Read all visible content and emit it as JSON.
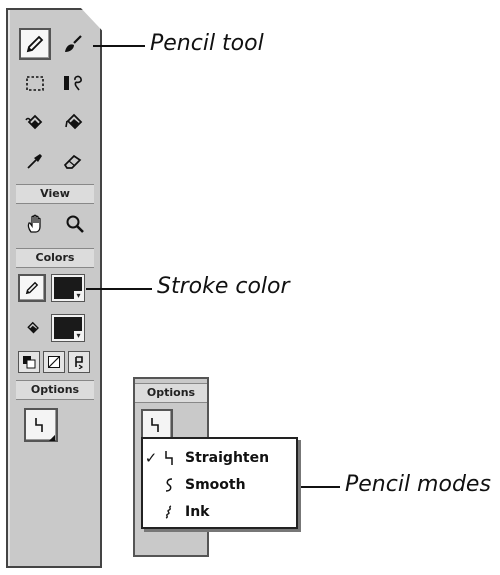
{
  "callouts": {
    "pencil_tool": "Pencil tool",
    "stroke_color": "Stroke color",
    "pencil_modes": "Pencil modes"
  },
  "toolbox": {
    "tools": [
      {
        "name": "pencil-icon",
        "selected": true
      },
      {
        "name": "brush-icon",
        "selected": false
      },
      {
        "name": "selection-marquee-icon",
        "selected": false
      },
      {
        "name": "lasso-icon",
        "selected": false
      },
      {
        "name": "ink-bottle-icon",
        "selected": false
      },
      {
        "name": "paint-bucket-icon",
        "selected": false
      },
      {
        "name": "eyedropper-icon",
        "selected": false
      },
      {
        "name": "eraser-icon",
        "selected": false
      }
    ],
    "view_label": "View",
    "view_tools": [
      "hand-icon",
      "magnifier-icon"
    ],
    "colors_label": "Colors",
    "stroke_color": "#1a1a1a",
    "fill_color": "#1a1a1a",
    "color_buttons": [
      "default-colors-icon",
      "no-color-icon",
      "swap-colors-icon"
    ],
    "options_label": "Options"
  },
  "options_popup": {
    "label": "Options",
    "menu": [
      {
        "label": "Straighten",
        "checked": true,
        "icon": "straighten-icon"
      },
      {
        "label": "Smooth",
        "checked": false,
        "icon": "smooth-icon"
      },
      {
        "label": "Ink",
        "checked": false,
        "icon": "ink-icon"
      }
    ],
    "checkmark": "✓"
  }
}
